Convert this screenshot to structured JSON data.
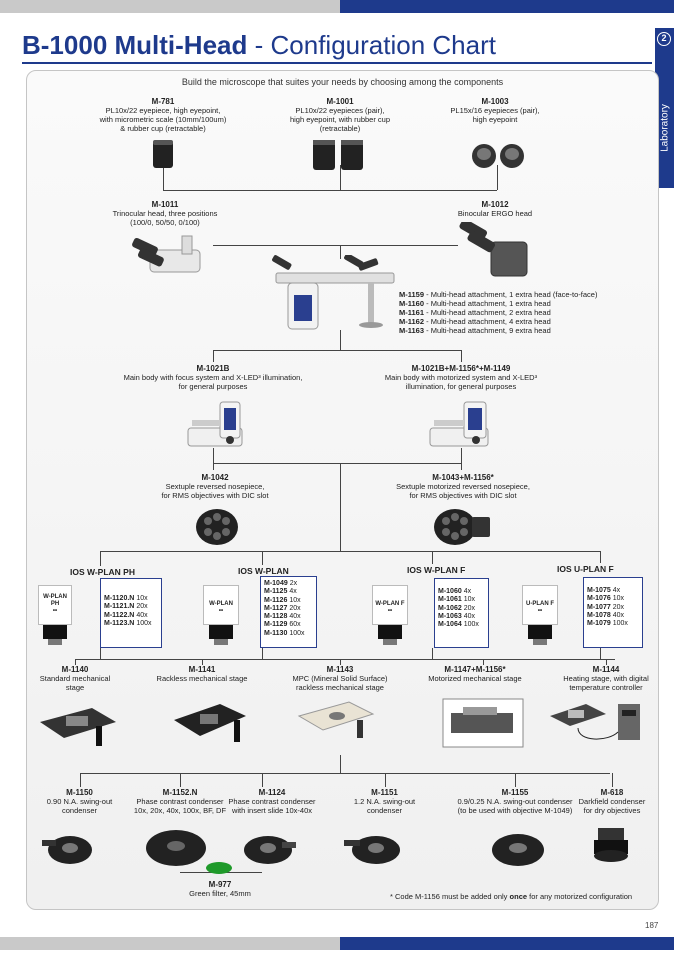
{
  "header": {
    "title_bold": "B-1000 Multi-Head",
    "title_rest": " - Configuration Chart",
    "section_number": "2",
    "section_label": "Laboratory"
  },
  "intro": "Build the microscope that suites your needs by choosing among the components",
  "eyepieces": [
    {
      "code": "M-781",
      "desc": [
        "PL10x/22 eyepiece, high eyepoint,",
        "with micrometric scale (10mm/100um)",
        "& rubber cup (retractable)"
      ]
    },
    {
      "code": "M-1001",
      "desc": [
        "PL10x/22 eyepieces (pair),",
        "high eyepoint, with rubber cup",
        "(retractable)"
      ]
    },
    {
      "code": "M-1003",
      "desc": [
        "PL15x/16 eyepieces (pair),",
        "high eyepoint"
      ]
    }
  ],
  "heads": [
    {
      "code": "M-1011",
      "desc": [
        "Trinocular head, three positions",
        "(100/0, 50/50, 0/100)"
      ]
    },
    {
      "code": "M-1012",
      "desc": [
        "Binocular ERGO head"
      ]
    }
  ],
  "multihead": [
    {
      "code": "M-1159",
      "desc": "- Multi-head attachment, 1 extra head (face-to-face)"
    },
    {
      "code": "M-1160",
      "desc": "- Multi-head attachment, 1 extra head"
    },
    {
      "code": "M-1161",
      "desc": "-  Multi-head attachment, 2 extra head"
    },
    {
      "code": "M-1162",
      "desc": "- Multi-head attachment, 4 extra head"
    },
    {
      "code": "M-1163",
      "desc": "- Multi-head attachment, 9 extra head"
    }
  ],
  "bodies": [
    {
      "code": "M-1021B",
      "desc": [
        "Main body with focus system and X-LED³ illumination,",
        "for general purposes"
      ]
    },
    {
      "code": "M-1021B+M-1156*+M-1149",
      "desc": [
        "Main body with motorized system and X-LED³",
        "illumination, for general purposes"
      ]
    }
  ],
  "nosepieces": [
    {
      "code": "M-1042",
      "desc": [
        "Sextuple reversed nosepiece,",
        "for RMS objectives with DIC slot"
      ]
    },
    {
      "code": "M-1043+M-1156*",
      "desc": [
        "Sextuple motorized reversed nosepiece,",
        "for RMS objectives with DIC slot"
      ]
    }
  ],
  "objective_groups": [
    {
      "name": "IOS W-PLAN PH",
      "label": "W-PLAN PH",
      "items": [
        {
          "code": "M-1120.N",
          "mag": "10x"
        },
        {
          "code": "M-1121.N",
          "mag": "20x"
        },
        {
          "code": "M-1122.N",
          "mag": "40x"
        },
        {
          "code": "M-1123.N",
          "mag": "100x"
        }
      ]
    },
    {
      "name": "IOS W-PLAN",
      "label": "W-PLAN",
      "items": [
        {
          "code": "M-1049",
          "mag": "2x"
        },
        {
          "code": "M-1125",
          "mag": "4x"
        },
        {
          "code": "M-1126",
          "mag": "10x"
        },
        {
          "code": "M-1127",
          "mag": "20x"
        },
        {
          "code": "M-1128",
          "mag": "40x"
        },
        {
          "code": "M-1129",
          "mag": "60x"
        },
        {
          "code": "M-1130",
          "mag": "100x"
        }
      ]
    },
    {
      "name": "IOS W-PLAN F",
      "label": "W-PLAN F",
      "items": [
        {
          "code": "M-1060",
          "mag": "4x"
        },
        {
          "code": "M-1061",
          "mag": "10x"
        },
        {
          "code": "M-1062",
          "mag": "20x"
        },
        {
          "code": "M-1063",
          "mag": "40x"
        },
        {
          "code": "M-1064",
          "mag": "100x"
        }
      ]
    },
    {
      "name": "IOS U-PLAN F",
      "label": "U-PLAN F",
      "items": [
        {
          "code": "M-1075",
          "mag": "4x"
        },
        {
          "code": "M-1076",
          "mag": "10x"
        },
        {
          "code": "M-1077",
          "mag": "20x"
        },
        {
          "code": "M-1078",
          "mag": "40x"
        },
        {
          "code": "M-1079",
          "mag": "100x"
        }
      ]
    }
  ],
  "stages": [
    {
      "code": "M-1140",
      "desc": [
        "Standard mechanical",
        "stage"
      ]
    },
    {
      "code": "M-1141",
      "desc": [
        "Rackless mechanical stage"
      ]
    },
    {
      "code": "M-1143",
      "desc": [
        "MPC (Mineral Solid Surface)",
        "rackless mechanical stage"
      ]
    },
    {
      "code": "M-1147+M-1156*",
      "desc": [
        "Motorized mechanical stage"
      ]
    },
    {
      "code": "M-1144",
      "desc": [
        "Heating stage, with digital",
        "temperature controller"
      ]
    }
  ],
  "condensers": [
    {
      "code": "M-1150",
      "desc": [
        "0.90 N.A. swing-out",
        "condenser"
      ]
    },
    {
      "code": "M-1152.N",
      "desc": [
        "Phase contrast condenser",
        "10x, 20x, 40x, 100x, BF, DF"
      ]
    },
    {
      "code": "M-1124",
      "desc": [
        "Phase contrast condenser",
        "with insert slide 10x-40x"
      ]
    },
    {
      "code": "M-1151",
      "desc": [
        "1.2 N.A. swing-out",
        "condenser"
      ]
    },
    {
      "code": "M-1155",
      "desc": [
        "0.9/0.25 N.A. swing-out condenser",
        "(to be used with objective M-1049)"
      ]
    },
    {
      "code": "M-618",
      "desc": [
        "Darkfield condenser",
        "for dry objectives"
      ]
    }
  ],
  "filter": {
    "code": "M-977",
    "desc": "Green filter, 45mm"
  },
  "footnote": {
    "pre": "* Code M-1156 must be added only ",
    "bold": "once",
    "post": " for any motorized configuration"
  },
  "page_number": "187",
  "colors": {
    "brand_blue": "#1e3a8c",
    "bar_grey": "#c9c9c9",
    "filter_green": "#1f9a2a"
  }
}
